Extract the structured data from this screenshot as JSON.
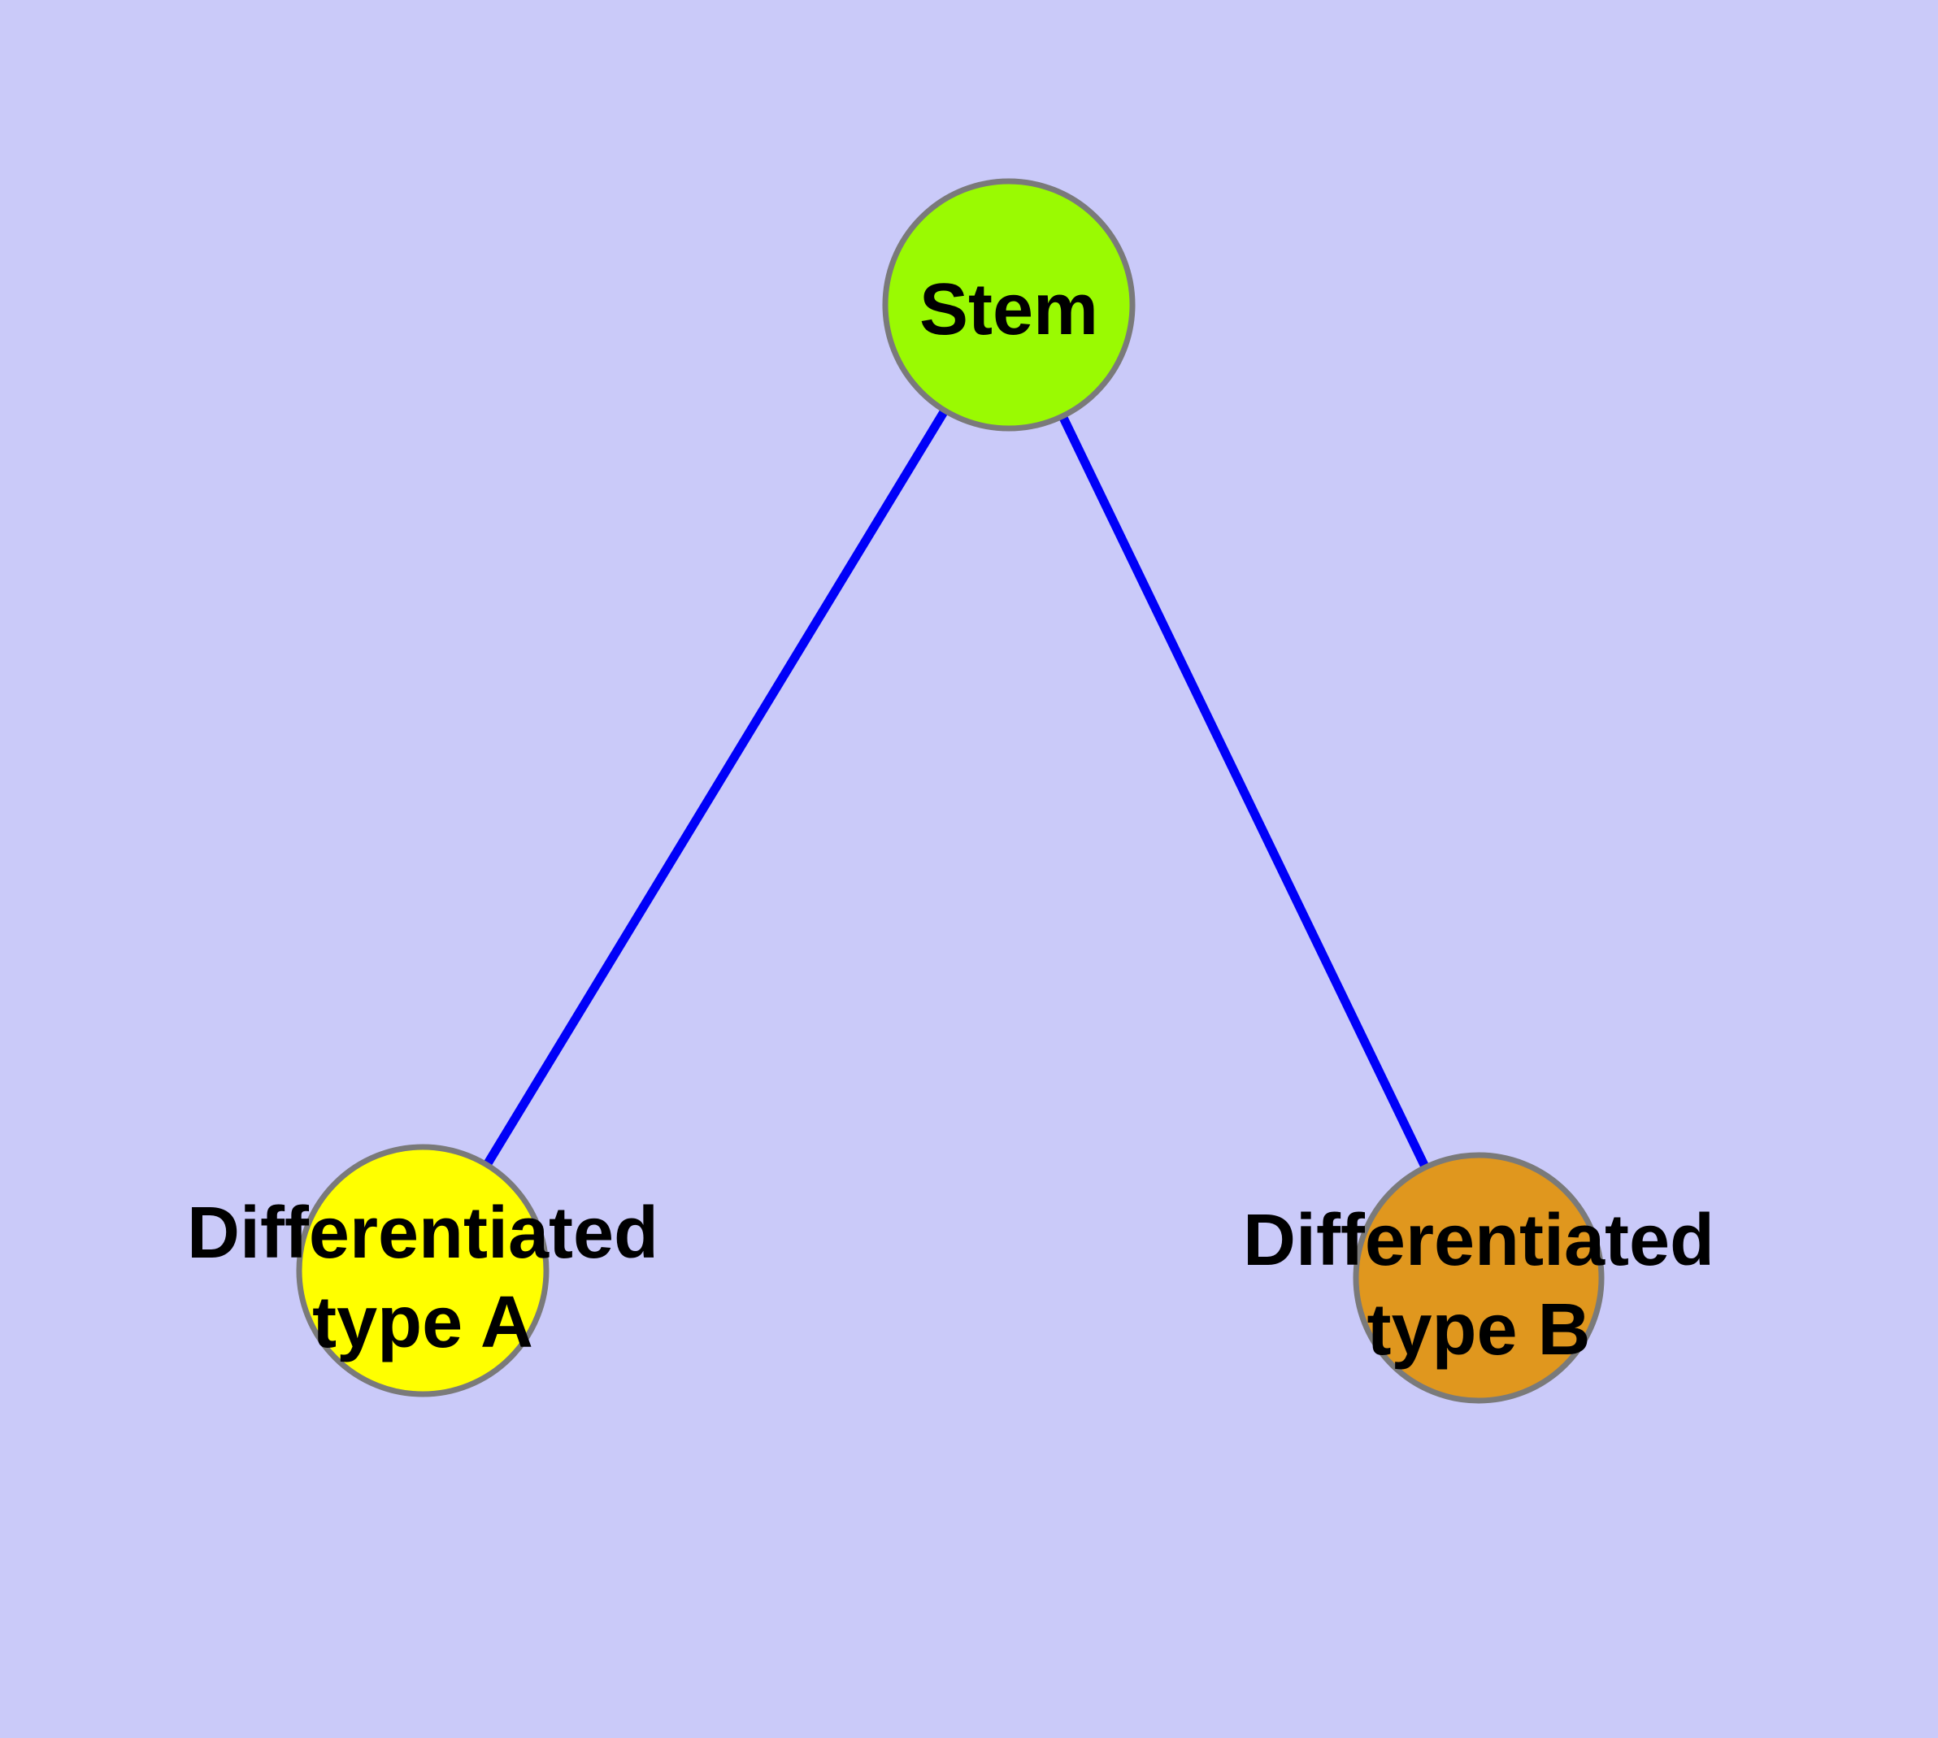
{
  "colors": {
    "background": "#cacaf9",
    "edge": "#0000f8",
    "node-border": "#7a7a7a",
    "label": "#000000"
  },
  "nodes": {
    "stem": {
      "label": "Stem",
      "color": "#9afa02"
    },
    "typeA": {
      "label_line1": "Differentiated",
      "label_line2": "type A",
      "color": "#ffff00"
    },
    "typeB": {
      "label_line1": "Differentiated",
      "label_line2": "type B",
      "color": "#e0971e"
    }
  },
  "edges": [
    {
      "from": "Stem",
      "to": "Differentiated type A"
    },
    {
      "from": "Stem",
      "to": "Differentiated type B"
    }
  ]
}
